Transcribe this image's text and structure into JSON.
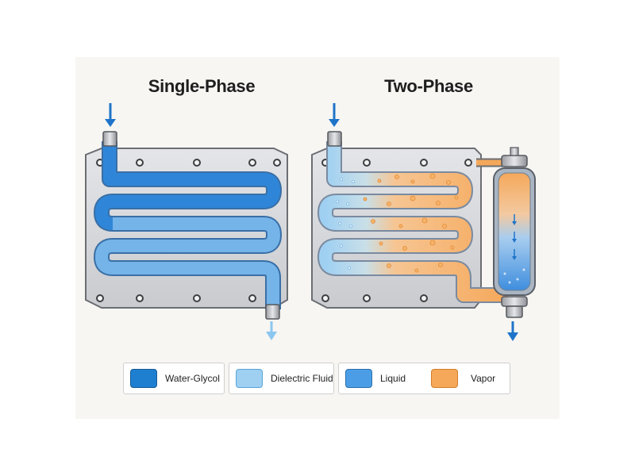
{
  "titles": {
    "single_phase": "Single-Phase",
    "two_phase": "Two-Phase"
  },
  "legend": [
    {
      "label": "Water-Glycol",
      "color": "#1e7fd1",
      "border": "#155a94"
    },
    {
      "label": "Dielectric Fluid",
      "color": "#9fd0f2",
      "border": "#5aa3d6"
    },
    {
      "label": "Liquid",
      "color": "#4b9ee6",
      "border": "#2a6fab"
    },
    {
      "label": "Vapor",
      "color": "#f5a85a",
      "border": "#d27d2a"
    }
  ],
  "colors": {
    "plate": "#d6d7da",
    "plate_edge": "#6b6e73",
    "water_glycol": "#1e7fd1",
    "dielectric": "#9fd0f2",
    "liquid": "#4b9ee6",
    "vapor": "#f5a85a",
    "arrow_in": "#1f74c9",
    "arrow_out": "#8cc6ef"
  }
}
